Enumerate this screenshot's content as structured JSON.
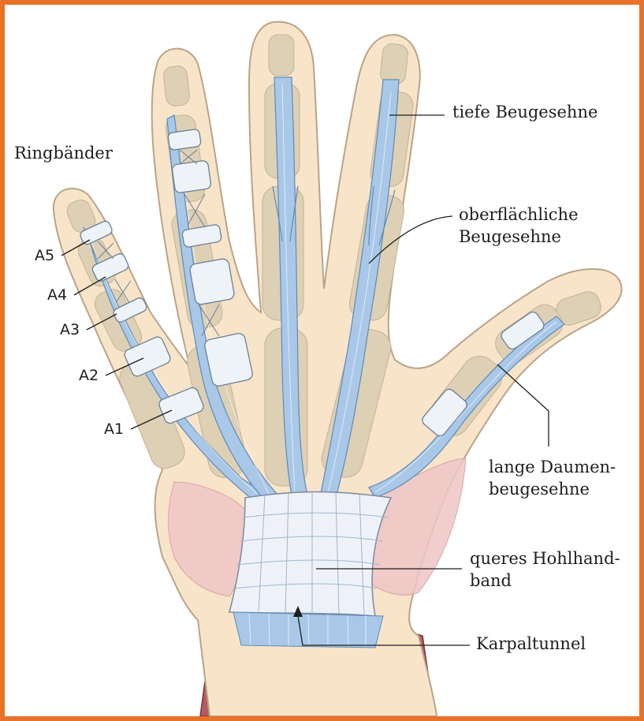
{
  "labels": {
    "ringbaender": "Ringbänder",
    "a5": "A5",
    "a4": "A4",
    "a3": "A3",
    "a2": "A2",
    "a1": "A1",
    "tiefe_beugesehne": "tiefe Beugesehne",
    "oberflaechliche_line1": "oberflächliche",
    "oberflaechliche_line2": "Beugesehne",
    "daumen_line1": "lange Daumen-",
    "daumen_line2": "beugesehne",
    "hohlhand_line1": "queres Hohlhand-",
    "hohlhand_line2": "band",
    "karpaltunnel": "Karpaltunnel"
  },
  "colors": {
    "frame": "#e8722a",
    "skin": "#f8e4c8",
    "skin_outline": "#b9a48a",
    "bone": "#ddd0b4",
    "tendon": "#a9c8e8",
    "tendon_dark": "#7ea6d0",
    "pulley": "#eef3f8",
    "muscle": "#b85a62",
    "thenar": "#eec6c6",
    "ligament": "#eef2f8"
  }
}
